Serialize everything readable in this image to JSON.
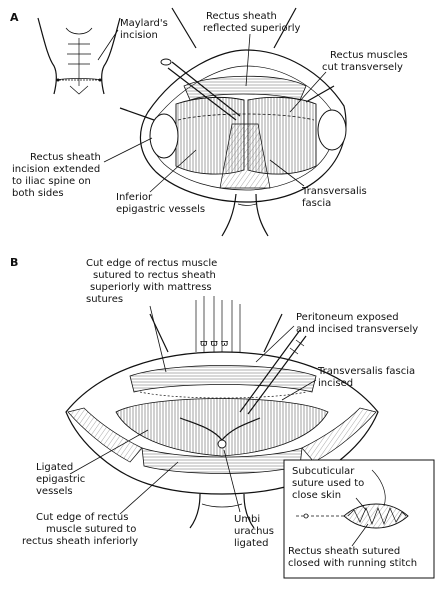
{
  "panels": {
    "a": {
      "letter": "A",
      "labels": {
        "maylard": [
          "Maylard's",
          "incision"
        ],
        "sheath_reflected": [
          "Rectus sheath",
          "reflected superiorly"
        ],
        "muscles_cut": [
          "Rectus muscles",
          "cut transversely"
        ],
        "sheath_incision": [
          "Rectus sheath",
          "incision extended",
          "to iliac spine on",
          "both sides"
        ],
        "inferior_vessels": [
          "Inferior",
          "epigastric vessels"
        ],
        "transversalis": [
          "Transversalis",
          "fascia"
        ]
      }
    },
    "b": {
      "letter": "B",
      "labels": {
        "cut_edge_superior": [
          "Cut edge of rectus muscle",
          "sutured to rectus sheath",
          "superiorly with mattress",
          "sutures"
        ],
        "peritoneum": [
          "Peritoneum exposed",
          "and incised transversely"
        ],
        "transversalis_incised": [
          "Transversalis fascia",
          "incised"
        ],
        "ligated_vessels": [
          "Ligated",
          "epigastric",
          "vessels"
        ],
        "cut_edge_inferior": [
          "Cut edge of rectus",
          "muscle sutured to",
          "rectus sheath inferiorly"
        ],
        "umbi": [
          "Umbi",
          "urachus",
          "ligated"
        ],
        "subcuticular": [
          "Subcuticular",
          "suture used to",
          "close skin"
        ],
        "sheath_sutured": [
          "Rectus sheath sutured",
          "closed with running stitch"
        ]
      }
    }
  }
}
